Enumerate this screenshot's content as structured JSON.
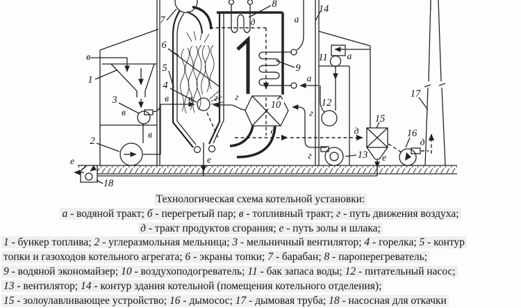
{
  "diagram": {
    "stroke_color": "#222222",
    "component_labels": {
      "n1": "1",
      "n2": "2",
      "n3": "3",
      "n4": "4",
      "n5": "5",
      "n6": "6",
      "n7": "7",
      "n8": "8",
      "n9": "9",
      "n10": "10",
      "n11": "11",
      "n12": "12",
      "n13": "13",
      "n14": "14",
      "n15": "15",
      "n16": "16",
      "n17": "17",
      "n18": "18"
    },
    "flow_letters": {
      "a": "а",
      "v": "в",
      "g": "г",
      "d": "д",
      "e": "е"
    }
  },
  "caption": {
    "title": "Технологическая схема котельной установки:",
    "lines": [
      {
        "align": "center",
        "segments": [
          {
            "i": 1,
            "t": "а"
          },
          {
            "t": " - водяной тракт; "
          },
          {
            "i": 1,
            "t": "б"
          },
          {
            "t": " - перегретый пар; "
          },
          {
            "i": 1,
            "t": "в"
          },
          {
            "t": " - топливный тракт; "
          },
          {
            "i": 1,
            "t": "г"
          },
          {
            "t": " - путь движения воздуха;"
          }
        ]
      },
      {
        "align": "center",
        "segments": [
          {
            "i": 1,
            "t": "д"
          },
          {
            "t": " - тракт продуктов сгорания; "
          },
          {
            "i": 1,
            "t": "е"
          },
          {
            "t": " - путь золы и шлака;"
          }
        ]
      },
      {
        "align": "left",
        "segments": [
          {
            "i": 1,
            "t": "1"
          },
          {
            "t": " - бункер топлива; "
          },
          {
            "i": 1,
            "t": "2"
          },
          {
            "t": " - углеразмольная мельница; "
          },
          {
            "i": 1,
            "t": "3"
          },
          {
            "t": " - мельничный вентилятор; "
          },
          {
            "i": 1,
            "t": "4"
          },
          {
            "t": " - горелка; "
          },
          {
            "i": 1,
            "t": "5"
          },
          {
            "t": " - контур"
          }
        ]
      },
      {
        "align": "left",
        "segments": [
          {
            "t": "топки и газоходов котельного агрегата; "
          },
          {
            "i": 1,
            "t": "6"
          },
          {
            "t": " - экраны топки; "
          },
          {
            "i": 1,
            "t": "7"
          },
          {
            "t": " - барабан; "
          },
          {
            "i": 1,
            "t": "8"
          },
          {
            "t": " - пароперегреватель;"
          }
        ]
      },
      {
        "align": "left",
        "segments": [
          {
            "i": 1,
            "t": "9"
          },
          {
            "t": " - водяной экономайзер; "
          },
          {
            "i": 1,
            "t": "10"
          },
          {
            "t": " - воздухоподогреватель; "
          },
          {
            "i": 1,
            "t": "11"
          },
          {
            "t": " - бак запаса воды; "
          },
          {
            "i": 1,
            "t": "12"
          },
          {
            "t": " - питательный насос;"
          }
        ]
      },
      {
        "align": "left",
        "segments": [
          {
            "i": 1,
            "t": "13"
          },
          {
            "t": " - вентилятор; "
          },
          {
            "i": 1,
            "t": "14"
          },
          {
            "t": " - контур здания котельной (помещения котельного отделения);"
          }
        ]
      },
      {
        "align": "left",
        "segments": [
          {
            "i": 1,
            "t": "15"
          },
          {
            "t": " - золоулавливающее устройство; "
          },
          {
            "i": 1,
            "t": "16"
          },
          {
            "t": " - дымосос; "
          },
          {
            "i": 1,
            "t": "17"
          },
          {
            "t": " - дымовая труба; "
          },
          {
            "i": 1,
            "t": "18"
          },
          {
            "t": " - насосная для откачки"
          }
        ]
      }
    ]
  }
}
